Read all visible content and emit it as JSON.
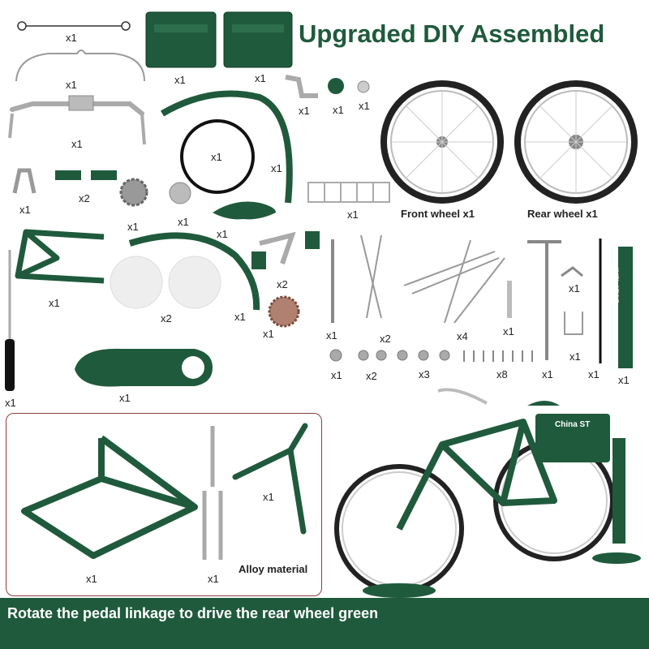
{
  "title": "Upgraded DIY Assembled",
  "banner": "Rotate the pedal linkage to drive the rear wheel green",
  "colors": {
    "brand_green": "#1f5a3c",
    "frame_outline": "#8a4040",
    "banner_text": "#ffffff"
  },
  "wheels": {
    "front_label": "Front wheel x1",
    "rear_label": "Rear wheel x1"
  },
  "material_label": "Alloy material",
  "bike_bag_label": "China ST",
  "pump_text": "INFLATOR",
  "quantities": {
    "cable": "x1",
    "rear_bracket": "x1",
    "kickstand_bar": "x1",
    "bag_left": "x1",
    "bag_right": "x1",
    "bell_lever": "x1",
    "bell": "x1",
    "bolt_small": "x1",
    "ring": "x1",
    "front_fender": "x1",
    "clip": "x1",
    "brake_pads": "x2",
    "gear": "x1",
    "hub_cap": "x1",
    "saddle": "x1",
    "rack": "x1",
    "kickstand": "x1",
    "discs": "x2",
    "rear_fender": "x1",
    "pedals": "x2",
    "sprocket": "x1",
    "rod": "x1",
    "brake_rod": "x2",
    "spokes": "x4",
    "pin": "x1",
    "pump_handle": "x1",
    "clamp": "x1",
    "u_bracket": "x1",
    "pump_hose": "x1",
    "pump": "x1",
    "nut_a": "x1",
    "nut_b": "x2",
    "nut_c": "x3",
    "screws": "x8",
    "screwdriver": "x1",
    "chain_guard": "x1",
    "frame": "x1",
    "fork": "x1",
    "seat_stay": "x1"
  }
}
